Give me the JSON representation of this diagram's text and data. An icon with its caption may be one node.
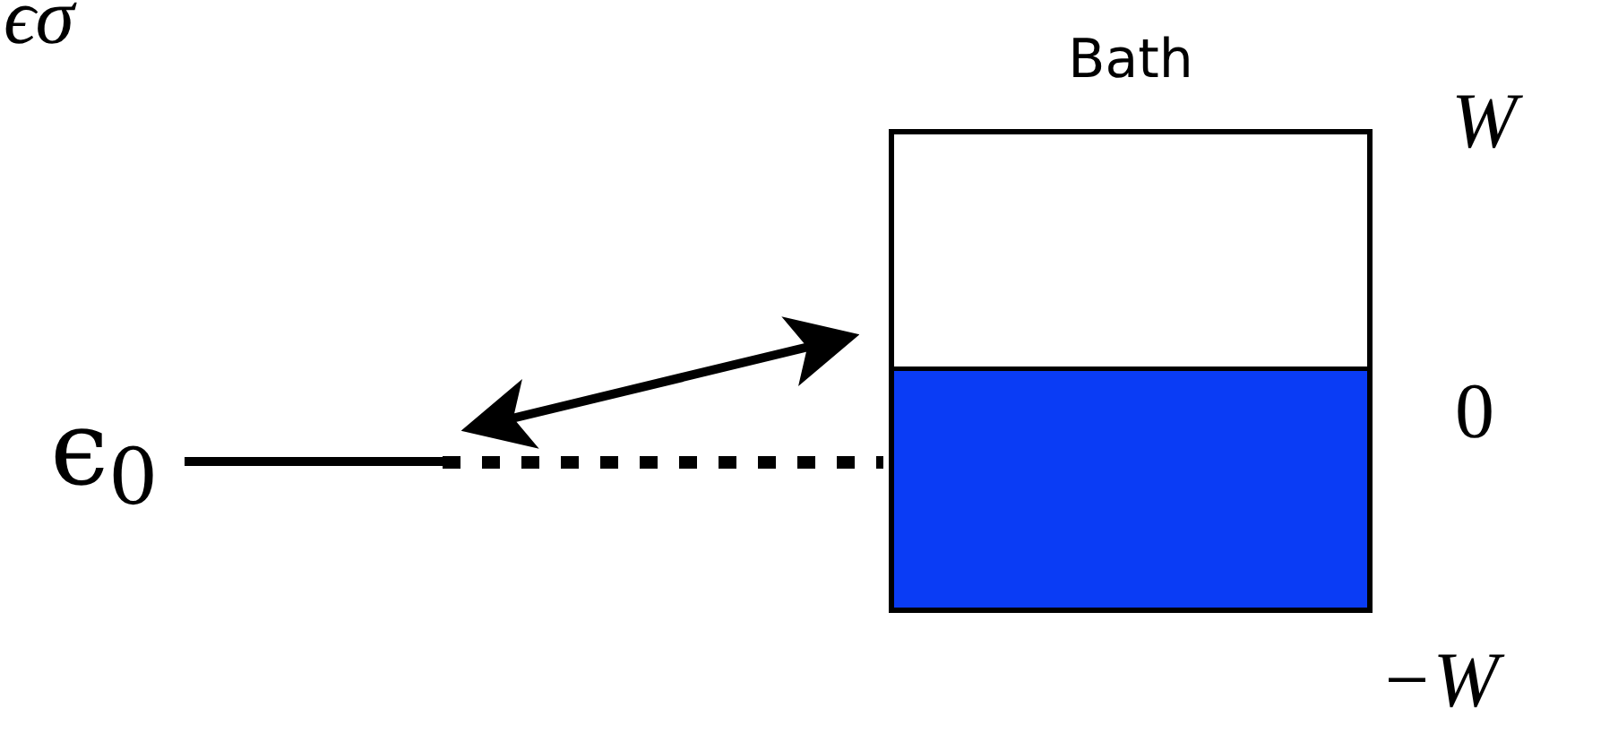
{
  "diagram": {
    "nodes": [
      {
        "text": [
          "ϵ$_{0}$"
        ]
      },
      {
        "text": [
          "Bath"
        ],
        "beside": [
          "W",
          "0",
          "−W"
        ]
      }
    ],
    "edges": [
      {
        "from": 0,
        "to": 1,
        "arrow": "both"
      },
      {
        "from": 0,
        "to": 1,
        "arrow": "none",
        "style": "dashed"
      }
    ],
    "labels": [
      "ϵσ"
    ]
  }
}
